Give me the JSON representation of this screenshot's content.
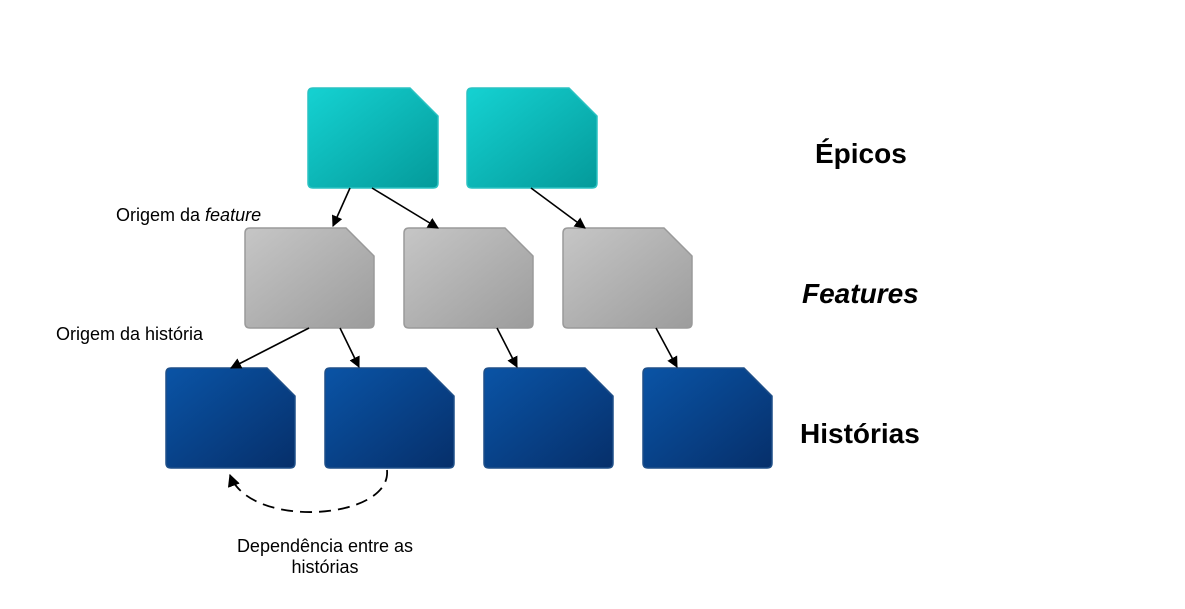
{
  "levels": {
    "epics": "Épicos",
    "features": "Features",
    "stories": "Histórias"
  },
  "annotations": {
    "feature_origin_prefix": "Origem da ",
    "feature_origin_emphasis": "feature",
    "story_origin": "Origem da história",
    "dependency_line1": "Dependência entre as",
    "dependency_line2": "histórias"
  },
  "colors": {
    "epic_light": "#15d2d2",
    "epic_dark": "#049a9a",
    "epic_border": "#2bc2c2",
    "feature_light": "#c6c6c6",
    "feature_dark": "#9c9c9c",
    "feature_border": "#9a9a9a",
    "story_light": "#0a54a6",
    "story_dark": "#062f6a",
    "story_border": "#1f4f88",
    "arrow": "#000000"
  }
}
